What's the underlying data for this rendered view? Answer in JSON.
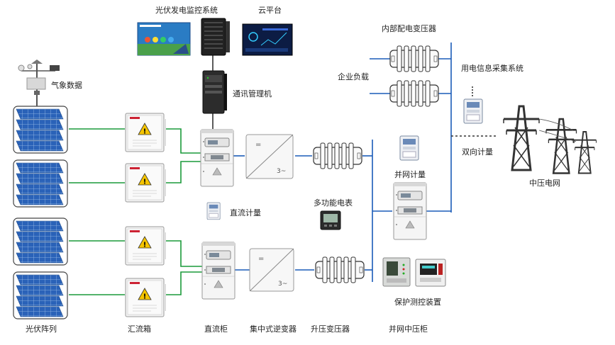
{
  "labels": {
    "monitor_system": "光伏发电监控系统",
    "cloud_platform": "云平台",
    "weather_data": "气象数据",
    "comm_manager": "通讯管理机",
    "internal_transformer": "内部配电变压器",
    "enterprise_load": "企业负载",
    "power_info_system": "用电信息采集系统",
    "bidirectional_meter": "双向计量",
    "mv_grid": "中压电网",
    "grid_meter": "并网计量",
    "multi_meter": "多功能电表",
    "dc_meter": "直流计量",
    "protection_device": "保护测控装置",
    "pv_array": "光伏阵列",
    "combiner_box": "汇流箱",
    "dc_cabinet": "直流柜",
    "central_inverter": "集中式逆变器",
    "step_up_transformer": "升压变压器",
    "grid_mv_cabinet": "并网中压柜"
  },
  "symbols": {
    "inverter_dc": "=",
    "inverter_ac": "3~"
  },
  "colors": {
    "green_line": "#1a9a3a",
    "blue_line": "#1a5bb8",
    "dark_line": "#333333"
  }
}
